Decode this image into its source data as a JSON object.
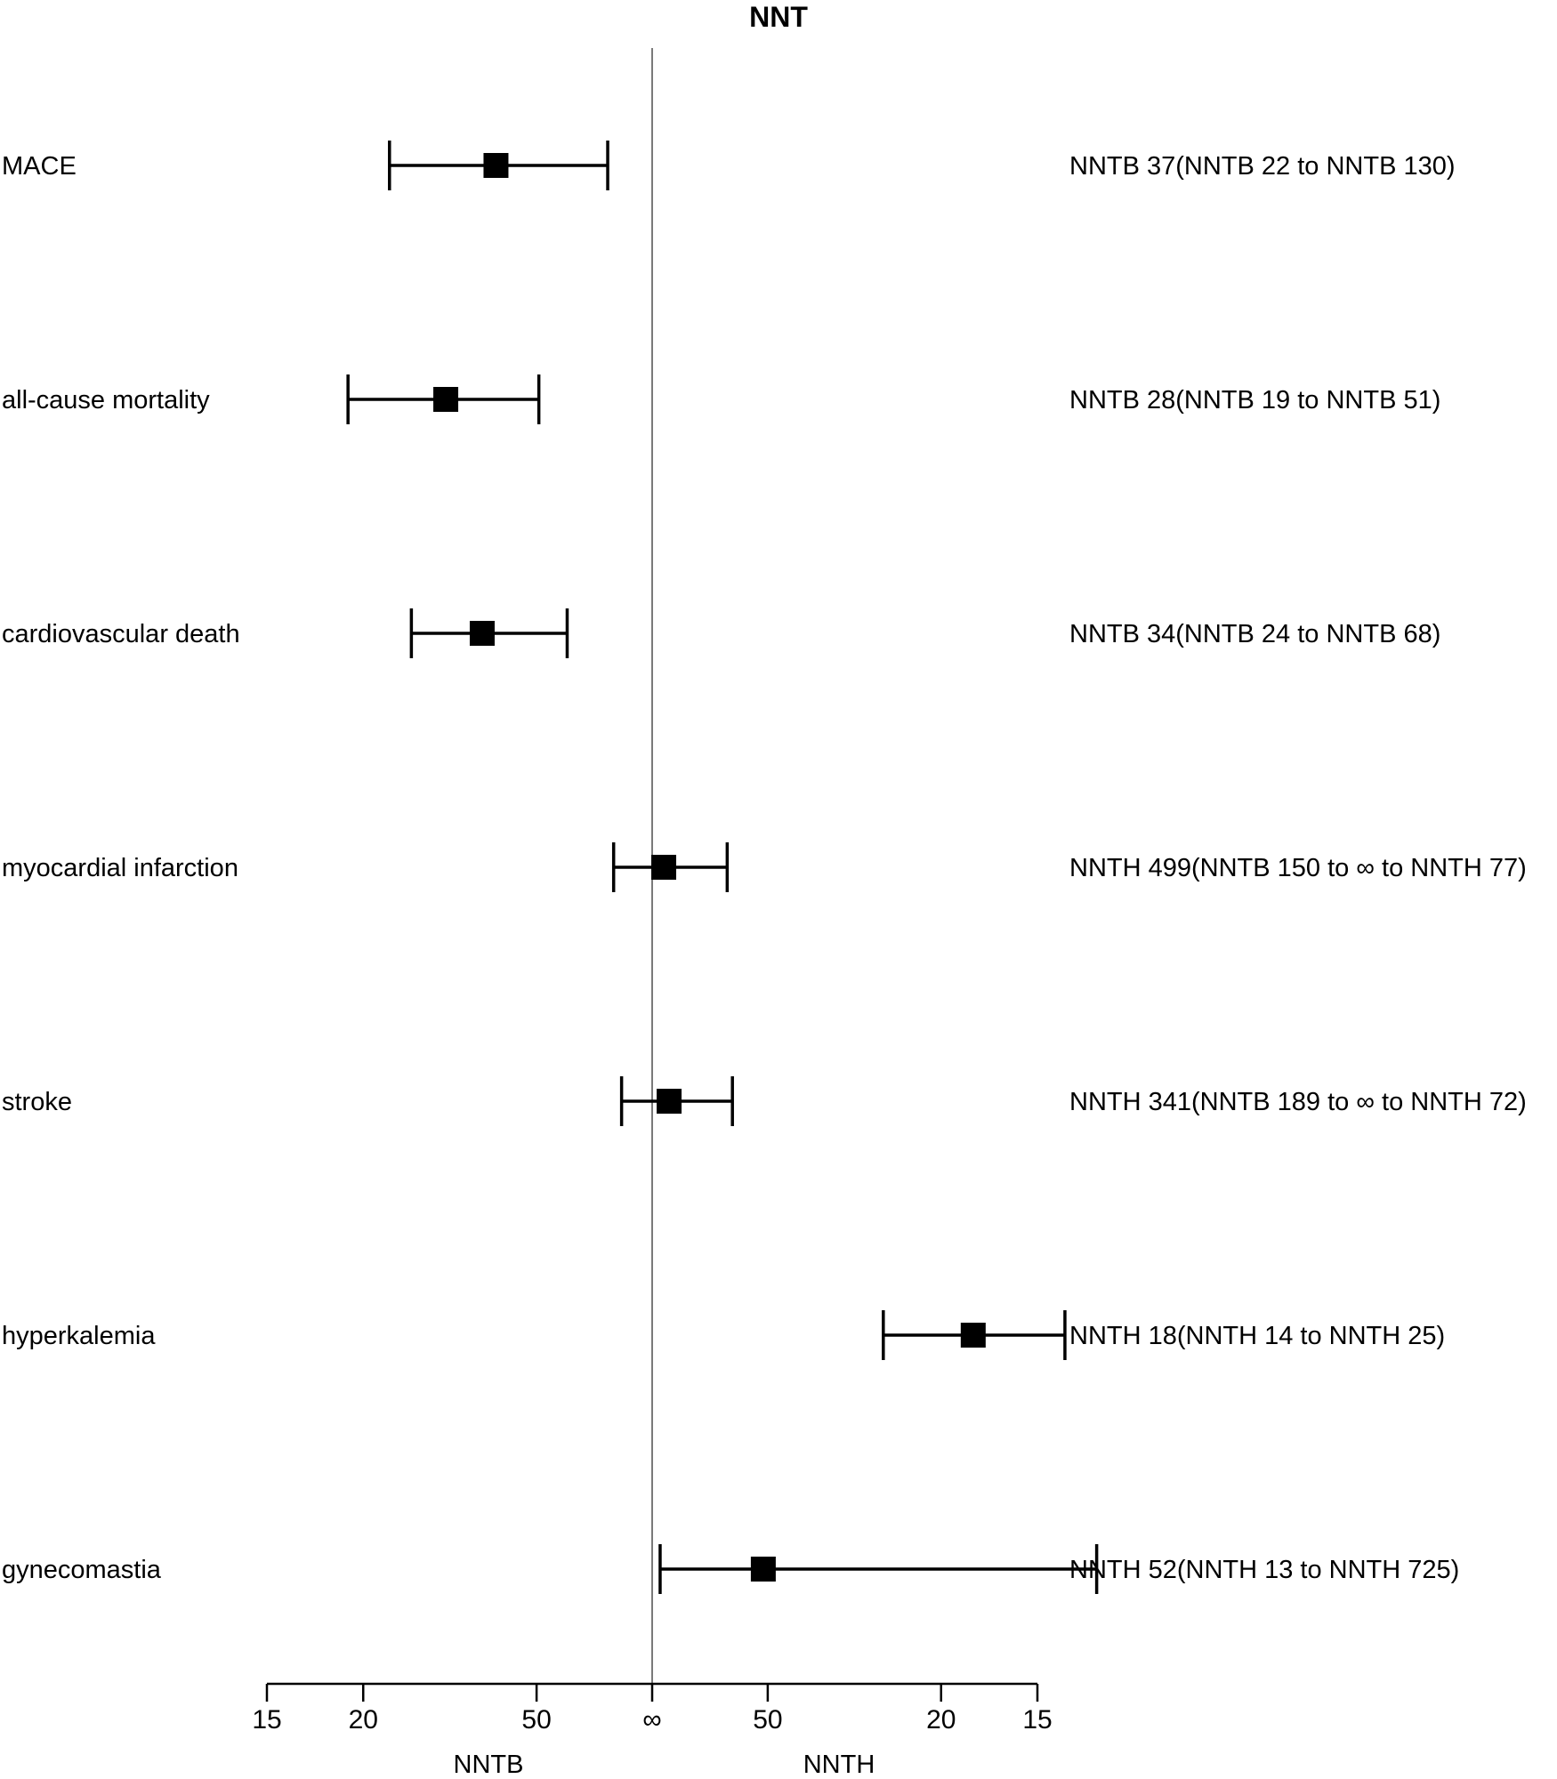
{
  "chart_data": {
    "type": "forest",
    "title": "NNT",
    "xaxis": {
      "scale": "reciprocal (ARR)",
      "ticks": [
        "15",
        "20",
        "50",
        "∞",
        "50",
        "20",
        "15"
      ],
      "left_label": "NNTB",
      "right_label": "NNTH",
      "null_line": "∞"
    },
    "grid": false,
    "rows": [
      {
        "label": "MACE",
        "ci_text": "NNTB 37(NNTB 22 to NNTB 130)",
        "point": {
          "side": "NNTB",
          "nnt": 37
        },
        "lower": {
          "side": "NNTB",
          "nnt": 22
        },
        "upper": {
          "side": "NNTB",
          "nnt": 130
        }
      },
      {
        "label": "all-cause mortality",
        "ci_text": "NNTB 28(NNTB 19 to NNTB 51)",
        "point": {
          "side": "NNTB",
          "nnt": 28
        },
        "lower": {
          "side": "NNTB",
          "nnt": 19
        },
        "upper": {
          "side": "NNTB",
          "nnt": 51
        }
      },
      {
        "label": "cardiovascular death",
        "ci_text": "NNTB 34(NNTB 24 to NNTB 68)",
        "point": {
          "side": "NNTB",
          "nnt": 34
        },
        "lower": {
          "side": "NNTB",
          "nnt": 24
        },
        "upper": {
          "side": "NNTB",
          "nnt": 68
        }
      },
      {
        "label": "myocardial infarction",
        "ci_text": "NNTH 499(NNTB 150 to ∞ to  NNTH 77)",
        "point": {
          "side": "NNTH",
          "nnt": 499
        },
        "lower": {
          "side": "NNTB",
          "nnt": 150
        },
        "upper": {
          "side": "NNTH",
          "nnt": 77
        }
      },
      {
        "label": "stroke",
        "ci_text": "NNTH 341(NNTB 189 to ∞ to  NNTH 72)",
        "point": {
          "side": "NNTH",
          "nnt": 341
        },
        "lower": {
          "side": "NNTB",
          "nnt": 189
        },
        "upper": {
          "side": "NNTH",
          "nnt": 72
        }
      },
      {
        "label": "hyperkalemia",
        "ci_text": "NNTH 18(NNTH 14 to NNTH 25)",
        "point": {
          "side": "NNTH",
          "nnt": 18
        },
        "lower": {
          "side": "NNTH",
          "nnt": 25
        },
        "upper": {
          "side": "NNTH",
          "nnt": 14
        }
      },
      {
        "label": "gynecomastia",
        "ci_text": "NNTH 52(NNTH 13 to NNTH 725)",
        "point": {
          "side": "NNTH",
          "nnt": 52
        },
        "lower": {
          "side": "NNTH",
          "nnt": 725
        },
        "upper": {
          "side": "NNTH",
          "nnt": 13
        }
      }
    ]
  }
}
